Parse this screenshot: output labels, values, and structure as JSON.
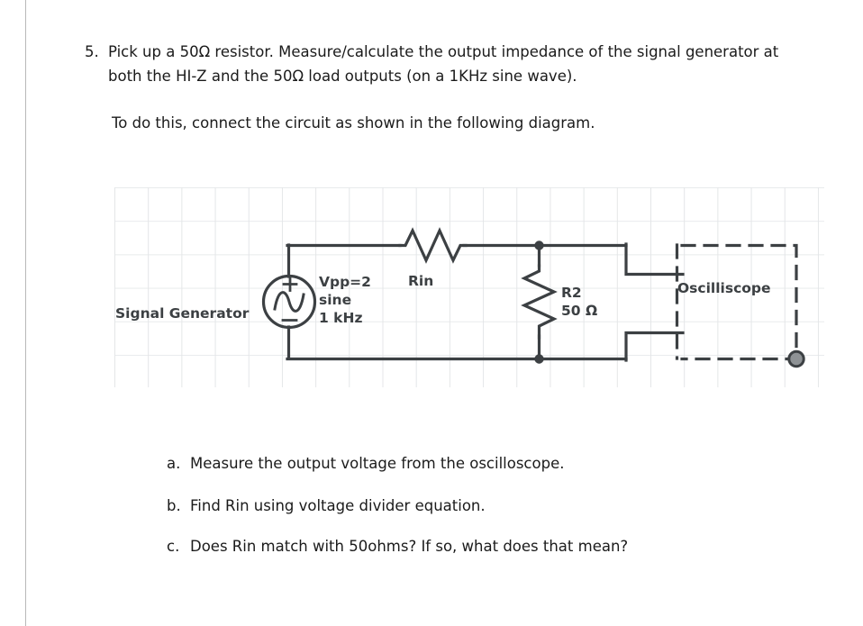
{
  "question": {
    "number": "5.",
    "text": "Pick up a 50Ω resistor. Measure/calculate the output impedance of the signal generator at both the HI-Z and the 50Ω load outputs (on a 1KHz sine wave).",
    "intro": "To do this, connect the circuit as shown in the following diagram.",
    "subitems": [
      {
        "label": "a.",
        "text": "Measure the output voltage from the oscilloscope."
      },
      {
        "label": "b.",
        "text": "Find Rin using voltage divider equation."
      },
      {
        "label": "c.",
        "text": "Does Rin match with 50ohms? If so, what does that mean?"
      }
    ]
  },
  "diagram": {
    "source": {
      "name": "Signal Generator",
      "plus": "+",
      "minus": "−",
      "spec_line1": "Vpp=2",
      "spec_line2": "sine",
      "spec_line3": "1 kHz"
    },
    "rin": {
      "label": "Rin"
    },
    "r2": {
      "label": "R2",
      "value": "50 Ω"
    },
    "scope": {
      "label": "Oscilliscope"
    },
    "colors": {
      "wire": "#3c4043",
      "grid_minor": "#e8eaec",
      "grid_major": "#e4e6e8",
      "text": "#1b1b1b",
      "label": "#3c4043",
      "page_rule": "#b9b9b9"
    }
  }
}
